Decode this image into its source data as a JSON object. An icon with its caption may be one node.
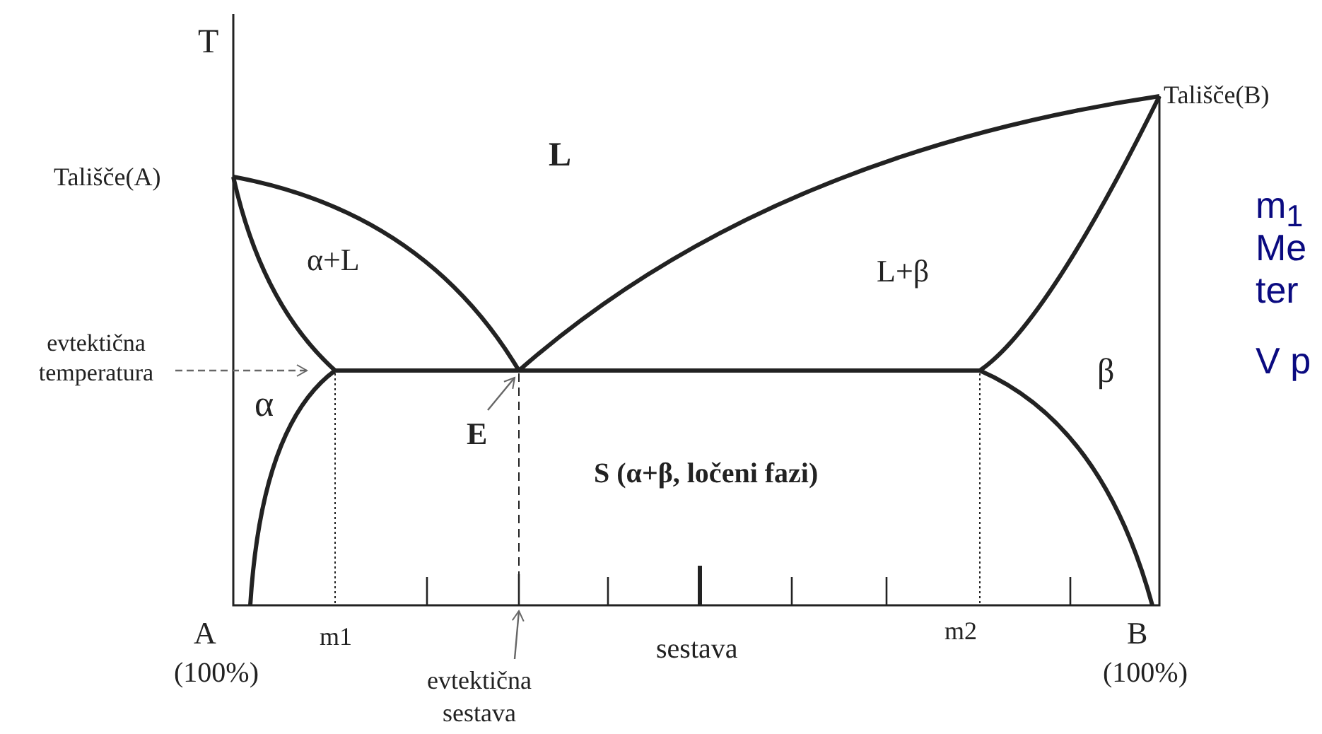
{
  "diagram": {
    "nodes": [
      {
        "text": [
          "evtektična temperatura"
        ]
      },
      {
        "text": [
          "E"
        ]
      },
      {
        "text": [
          "evtektična sestava"
        ]
      }
    ],
    "edges": [
      {
        "from": 0,
        "to": null,
        "arrow": "to",
        "style": "dashed"
      },
      {
        "from": 1,
        "to": null,
        "arrow": "to"
      },
      {
        "from": 2,
        "to": null,
        "arrow": "to"
      }
    ],
    "labels": [
      "T",
      "Tališče(B)",
      "L",
      "Tališče(A)",
      "m$_{1}$",
      "α+L",
      "L+β",
      "Me",
      "β",
      "ter",
      "α",
      "S (α+β, ločeni fazi)",
      "V p",
      "A",
      "m1",
      "sestava",
      "m2",
      "B",
      "(100%)",
      "(100%)"
    ]
  }
}
